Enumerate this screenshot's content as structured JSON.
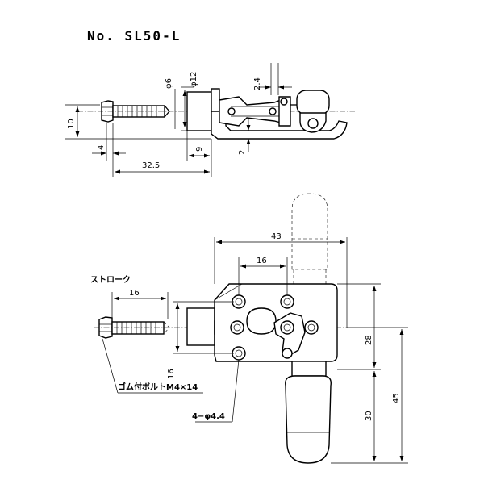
{
  "title": "No. SL50-L",
  "top_view": {
    "dims": {
      "phi6": "φ6",
      "phi12": "φ12",
      "d24": "2.4",
      "d10": "10",
      "d4": "4",
      "d9": "9",
      "d2": "2",
      "d325": "32.5"
    }
  },
  "front_view": {
    "dims": {
      "d43": "43",
      "d16_top": "16",
      "d16_stroke": "16",
      "d16_vert": "16",
      "d28": "28",
      "d30": "30",
      "d45": "45"
    },
    "labels": {
      "stroke": "ストローク",
      "rubber_bolt": "ゴム付ボルトM4×14",
      "holes": "4−φ4.4"
    }
  },
  "colors": {
    "line": "#000000",
    "background": "#ffffff"
  }
}
